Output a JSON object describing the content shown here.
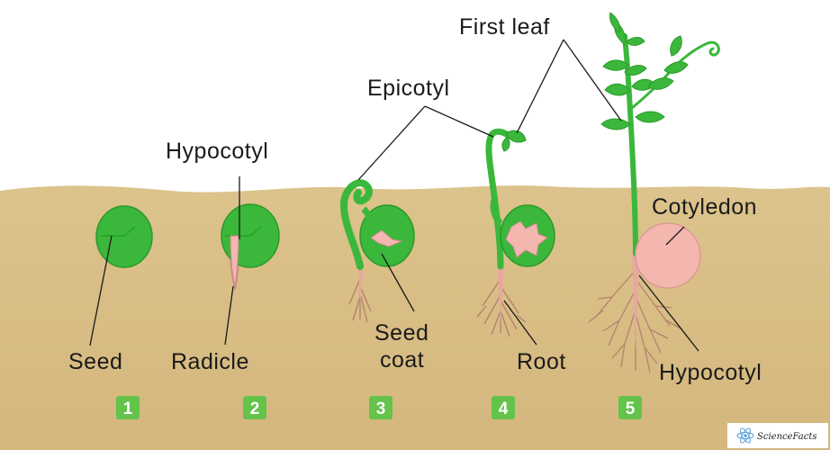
{
  "labels": {
    "seed": "Seed",
    "radicle": "Radicle",
    "hypocotyl_top": "Hypocotyl",
    "epicotyl": "Epicotyl",
    "first_leaf": "First leaf",
    "seed_coat_line1": "Seed",
    "seed_coat_line2": "coat",
    "root": "Root",
    "cotyledon": "Cotyledon",
    "hypocotyl_bottom": "Hypocotyl"
  },
  "stages": [
    "1",
    "2",
    "3",
    "4",
    "5"
  ],
  "watermark": "ScienceFacts",
  "colors": {
    "soil": "#dcc38c",
    "plant_green": "#3bb73b",
    "cotyledon_pink": "#f3b7b0",
    "root_brown": "#b6826f",
    "badge_green": "#63c34a"
  }
}
